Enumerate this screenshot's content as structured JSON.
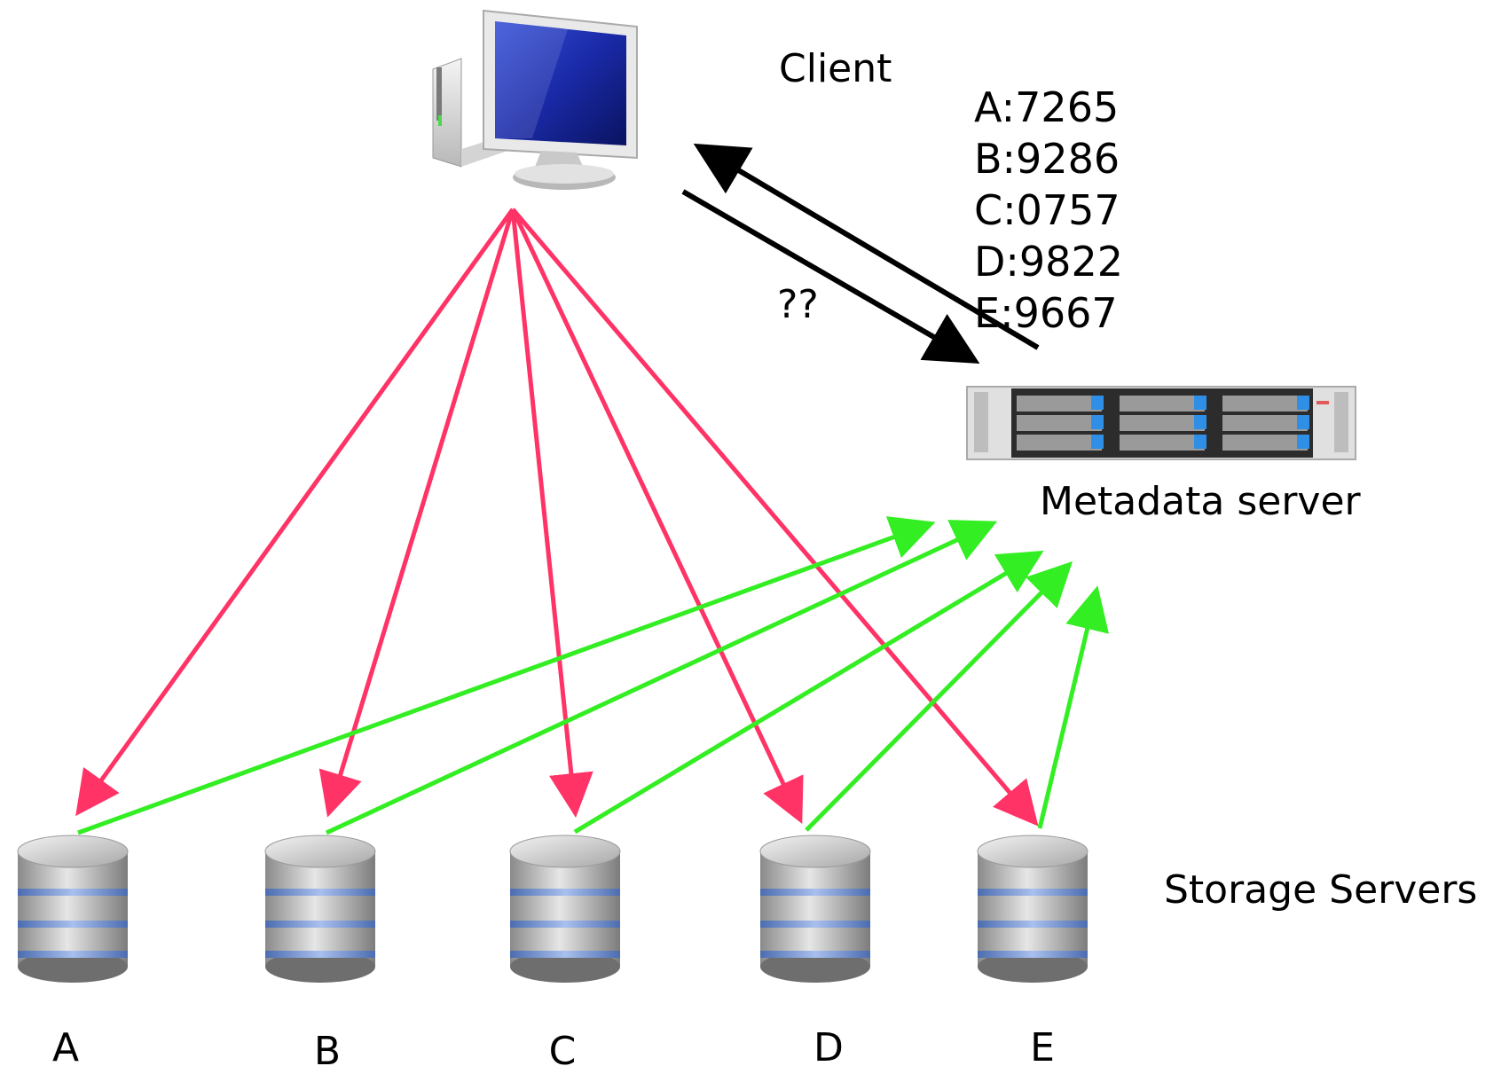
{
  "labels": {
    "client": "Client",
    "metadata_server": "Metadata server",
    "storage_servers": "Storage Servers",
    "query": "??"
  },
  "metadata_codes": [
    "A:7265",
    "B:9286",
    "C:0757",
    "D:9822",
    "E:9667"
  ],
  "servers": [
    "A",
    "B",
    "C",
    "D",
    "E"
  ],
  "colors": {
    "request_arrow": "#ff3366",
    "report_arrow": "#33ee22",
    "metadata_arrow": "#000000"
  },
  "icons": {
    "client": "desktop-computer-icon",
    "metadata": "rack-server-icon",
    "storage": "database-cylinder-icon"
  }
}
